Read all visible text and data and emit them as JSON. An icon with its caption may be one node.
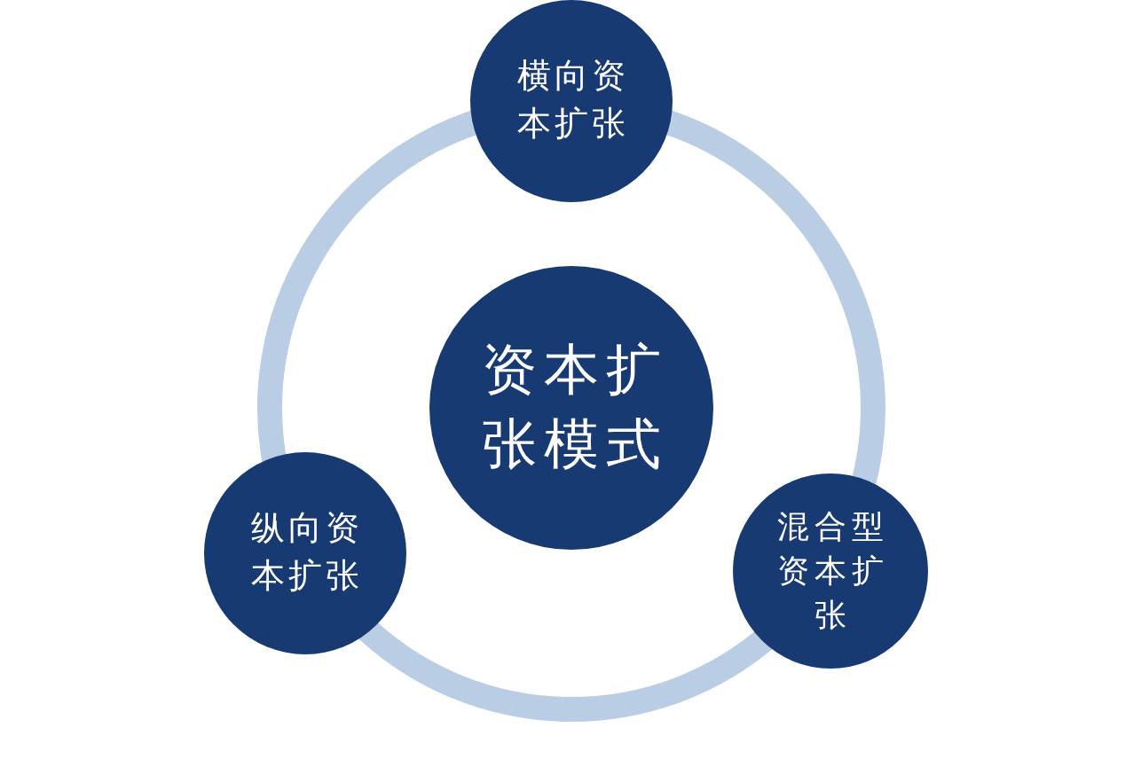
{
  "diagram": {
    "nodes": [
      {
        "text": [
          "横向资本扩张"
        ]
      },
      {
        "text": [
          "资本扩张模式"
        ]
      },
      {
        "text": [
          "纵向资本扩张"
        ]
      },
      {
        "text": [
          "混合型资本扩张"
        ]
      }
    ],
    "edges": [
      {
        "from": 0,
        "to": 3,
        "arrow": "none"
      },
      {
        "from": 3,
        "to": 2,
        "arrow": "none"
      },
      {
        "from": 2,
        "to": 0,
        "arrow": "none"
      }
    ]
  }
}
